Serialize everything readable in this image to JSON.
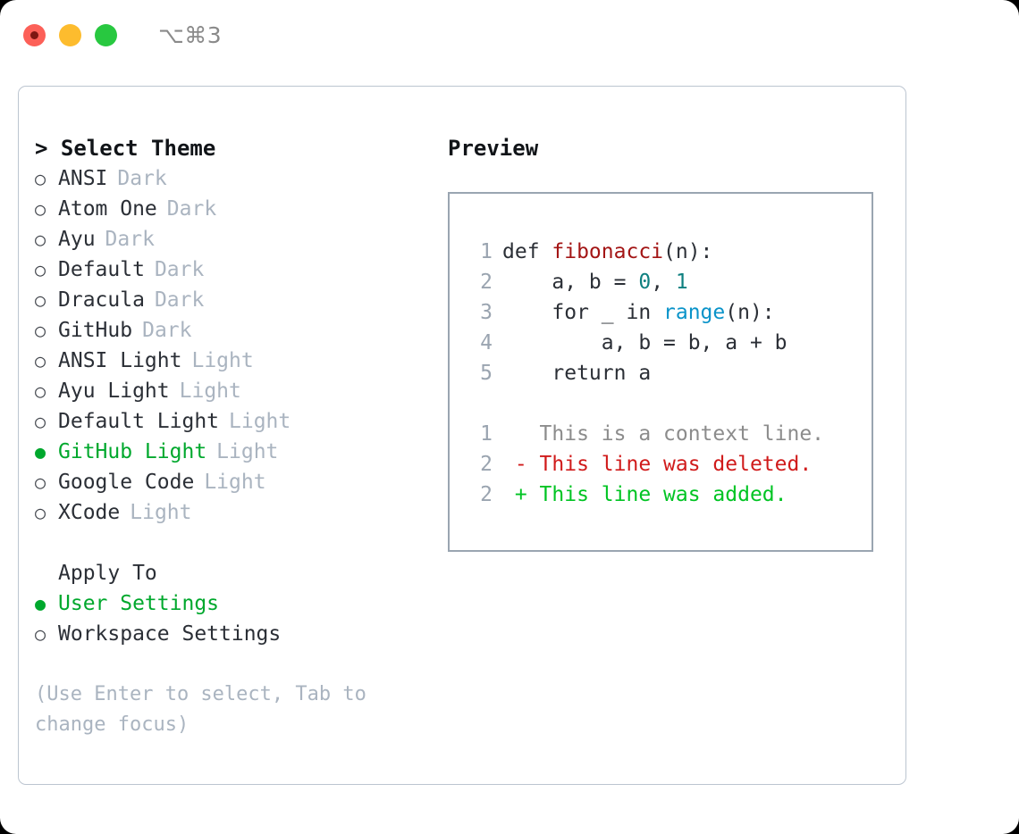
{
  "titlebar": {
    "shortcut": "⌥⌘3",
    "lights": [
      "close-red",
      "minimize-yellow",
      "maximize-green"
    ]
  },
  "theme_list": {
    "header_caret": ">",
    "header_label": "Select Theme",
    "radio_empty": "○",
    "radio_filled": "●",
    "items": [
      {
        "name": "ANSI",
        "variant": "Dark",
        "selected": false
      },
      {
        "name": "Atom One",
        "variant": "Dark",
        "selected": false
      },
      {
        "name": "Ayu",
        "variant": "Dark",
        "selected": false
      },
      {
        "name": "Default",
        "variant": "Dark",
        "selected": false
      },
      {
        "name": "Dracula",
        "variant": "Dark",
        "selected": false
      },
      {
        "name": "GitHub",
        "variant": "Dark",
        "selected": false
      },
      {
        "name": "ANSI Light",
        "variant": "Light",
        "selected": false
      },
      {
        "name": "Ayu Light",
        "variant": "Light",
        "selected": false
      },
      {
        "name": "Default Light",
        "variant": "Light",
        "selected": false
      },
      {
        "name": "GitHub Light",
        "variant": "Light",
        "selected": true
      },
      {
        "name": "Google Code",
        "variant": "Light",
        "selected": false
      },
      {
        "name": "XCode",
        "variant": "Light",
        "selected": false
      }
    ]
  },
  "apply_to": {
    "header_label": "Apply To",
    "items": [
      {
        "name": "User Settings",
        "selected": true
      },
      {
        "name": "Workspace Settings",
        "selected": false
      }
    ]
  },
  "hint": {
    "line1": "(Use Enter to select, Tab to",
    "line2": "change focus)"
  },
  "preview": {
    "title": "Preview",
    "code": [
      {
        "no": "1",
        "parts": [
          {
            "t": "def ",
            "c": "code-text"
          },
          {
            "t": "fibonacci",
            "c": "tok-fn"
          },
          {
            "t": "(n):",
            "c": "code-text"
          }
        ]
      },
      {
        "no": "2",
        "parts": [
          {
            "t": "    a, b = ",
            "c": "code-text"
          },
          {
            "t": "0",
            "c": "tok-num"
          },
          {
            "t": ", ",
            "c": "code-text"
          },
          {
            "t": "1",
            "c": "tok-num"
          }
        ]
      },
      {
        "no": "3",
        "parts": [
          {
            "t": "    for _ in ",
            "c": "code-text"
          },
          {
            "t": "range",
            "c": "tok-call"
          },
          {
            "t": "(n):",
            "c": "code-text"
          }
        ]
      },
      {
        "no": "4",
        "parts": [
          {
            "t": "        a, b = b, a + b",
            "c": "code-text"
          }
        ]
      },
      {
        "no": "5",
        "parts": [
          {
            "t": "    return a",
            "c": "code-text"
          }
        ]
      }
    ],
    "diff": [
      {
        "no": "1",
        "marker": "  ",
        "text": "This is a context line.",
        "cls": "diff-ctx"
      },
      {
        "no": "2",
        "marker": "- ",
        "text": "This line was deleted.",
        "cls": "diff-del"
      },
      {
        "no": "2",
        "marker": "+ ",
        "text": "This line was added.",
        "cls": "diff-add"
      }
    ]
  },
  "colors": {
    "accent_green": "#00a82d",
    "muted": "#aab4c0",
    "text": "#2b2f36",
    "fn_red": "#a31515",
    "num_teal": "#0f8080",
    "call_blue": "#0a93c9",
    "diff_del": "#d01b1b",
    "diff_add": "#00c423",
    "border": "#9aa5b1"
  }
}
